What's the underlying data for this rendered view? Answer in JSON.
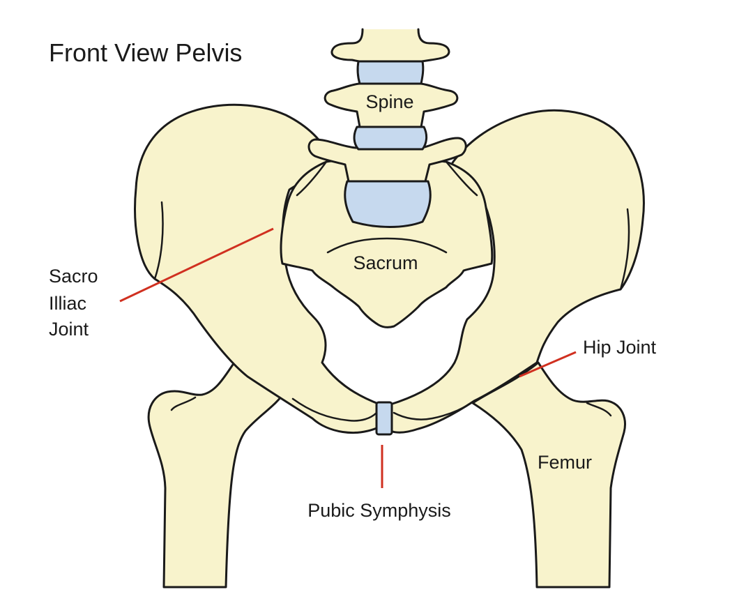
{
  "title": "Front View Pelvis",
  "labels": {
    "spine": "Spine",
    "sacrum": "Sacrum",
    "sacroiliac_line1": "Sacro",
    "sacroiliac_line2": "Illiac",
    "sacroiliac_line3": "Joint",
    "hip_joint": "Hip Joint",
    "femur": "Femur",
    "pubic_symphysis": "Pubic Symphysis"
  },
  "colors": {
    "bone": "#f8f3cc",
    "disc": "#c6d9ee",
    "outline": "#1a1a1a",
    "leader": "#d03020"
  }
}
